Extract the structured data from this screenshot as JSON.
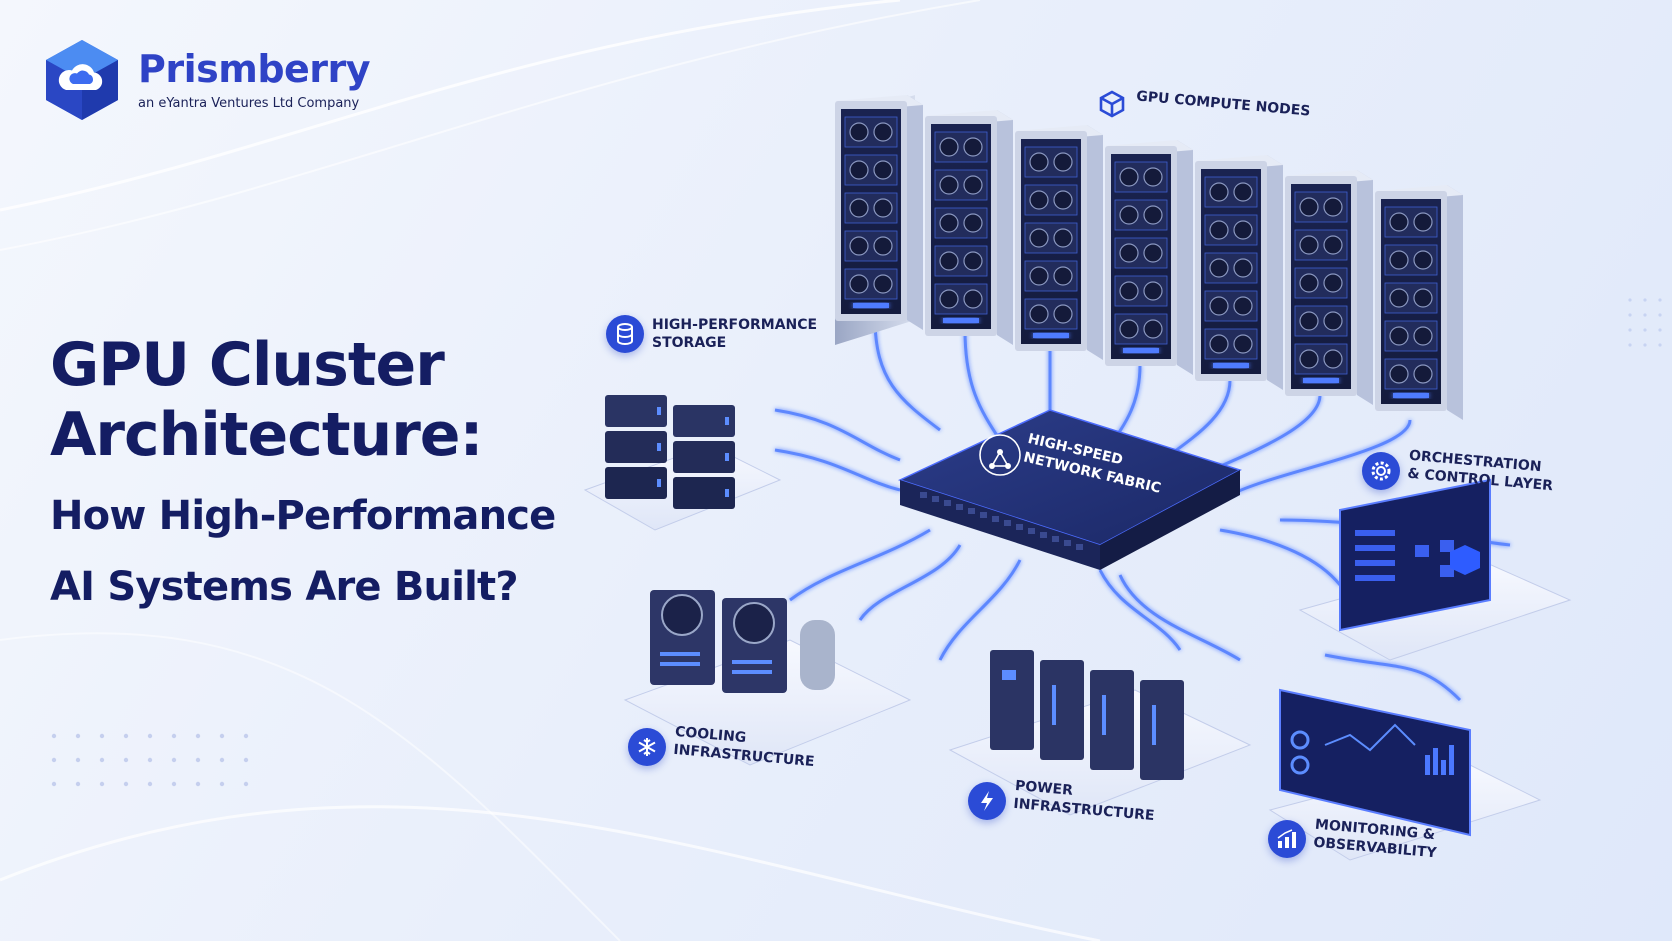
{
  "brand": {
    "name": "Prismberry",
    "tagline": "an eYantra Ventures Ltd Company"
  },
  "headline": {
    "line1": "GPU Cluster",
    "line2": "Architecture:",
    "sub1": "How High-Performance",
    "sub2": "AI Systems Are Built?"
  },
  "labels": {
    "gpu_nodes": "GPU COMPUTE NODES",
    "storage": "HIGH-PERFORMANCE\nSTORAGE",
    "network": "HIGH-SPEED\nNETWORK FABRIC",
    "orchestration": "ORCHESTRATION\n& CONTROL LAYER",
    "cooling": "COOLING\nINFRASTRUCTURE",
    "power": "POWER\nINFRASTRUCTURE",
    "monitoring": "MONITORING &\nOBSERVABILITY"
  },
  "icons": {
    "gpu_nodes": "cube-icon",
    "storage": "database-icon",
    "network": "network-nodes-icon",
    "orchestration": "gear-icon",
    "cooling": "snowflake-icon",
    "power": "lightning-icon",
    "monitoring": "bar-chart-icon"
  },
  "colors": {
    "accent": "#2b4bd6",
    "headline": "#141d63",
    "glow": "#3d6cff",
    "background": "#eaf0fb"
  }
}
